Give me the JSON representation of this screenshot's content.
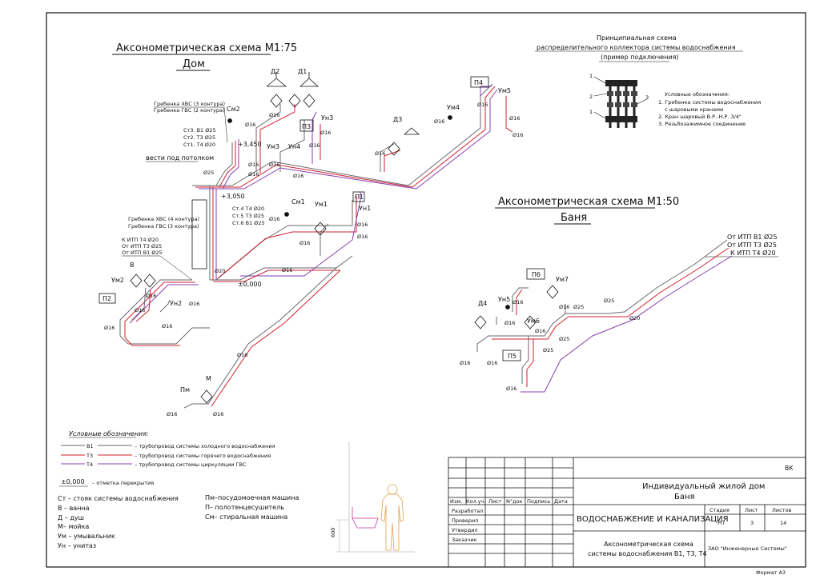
{
  "colors": {
    "b1": "#6a6a6a",
    "t3": "#d1202f",
    "t4": "#8a3fb0",
    "line": "#111111",
    "figure": "#e5a04a",
    "fixture": "#c43aa0"
  },
  "titles": {
    "house_title": "Аксонометрическая схема М1:75",
    "house_subtitle": "Дом",
    "bath_title": "Аксонометрическая схема М1:50",
    "bath_subtitle": "Баня",
    "collector_title_1": "Принципиальная схема",
    "collector_title_2": "распределительного коллектора системы водоснабжения",
    "collector_title_3": "(пример подключения)"
  },
  "collector": {
    "callouts": [
      "1",
      "2",
      "3"
    ],
    "legend_title": "Условные обозначения:",
    "legend_1a": "1. Гребенка системы водоснабжения",
    "legend_1b": "с шаровыми кранами",
    "legend_2": "2. Кран шаровый В.Р.-Н.Р. 3/4\"",
    "legend_3": "3. Резьбозажимное соединение"
  },
  "house": {
    "comb_cold_3": "Гребенка ХВС (3 контура)",
    "comb_hot_2": "Гребенка ГВС (2 контура)",
    "comb_cold_4": "Гребенка ХВС (4 контура)",
    "comb_hot_3": "Гребенка ГВС (3 контура)",
    "st3": "Ст3. В1 Ø25",
    "st2": "Ст2. Т3 Ø25",
    "st1": "Ст1. Т4 Ø20",
    "st4": "Ст.4 Т4 Ø20",
    "st5": "Ст.5 Т3 Ø25",
    "st6": "Ст.6 В1 Ø25",
    "lvl1": "+3,450",
    "lvl2": "+3,050",
    "lvl3": "±0,000",
    "ceiling": "вести под потолком",
    "k_itp_t4": "К ИТП Т4 Ø20",
    "ot_itp_t3": "От ИТП Т3 Ø25",
    "ot_itp_b1": "От ИТП В1 Ø25",
    "d2": "Д2",
    "d1": "Д1",
    "d3": "Д3",
    "sm2": "См2",
    "sm1": "См1",
    "p3": "П3",
    "p4": "П4",
    "p1": "П1",
    "p2": "П2",
    "un3": "Ун3",
    "un4": "Ун4",
    "um3": "Ум3",
    "um4": "Ум4",
    "um5": "Ум5",
    "um1": "Ум1",
    "un1": "Ун1",
    "um2": "Ум2",
    "un2": "Ун2",
    "v": "В",
    "pm": "Пм",
    "m": "М",
    "d16": "Ø16",
    "d20": "Ø20",
    "d25": "Ø25"
  },
  "bath": {
    "ot_b1": "От ИТП В1 Ø25",
    "ot_t3": "От ИТП Т3 Ø25",
    "k_t4": "К ИТП Т4 Ø20",
    "p6": "П6",
    "p5": "П5",
    "um7": "Ум7",
    "un5": "Ун5",
    "um6": "Ум6",
    "d4": "Д4"
  },
  "legend": {
    "title": "Условные обозначения:",
    "b1_code": "В1",
    "t3_code": "Т3",
    "t4_code": "Т4",
    "b1_text": "– трубопровод системы холодного водоснабжения",
    "t3_text": "– трубопровод системы горячего водоснабжения",
    "t4_text": "– трубопровод системы циркуляции ГВС",
    "level_value": "±0,000",
    "level_text": "– отметка перекрытия",
    "abbr_left": [
      "Ст – стояк системы водоснабжения",
      "В – ванна",
      "Д – душ",
      "М– мойка",
      "Ум – умывальник",
      "Ун – унитаз"
    ],
    "abbr_right": [
      "Пм–посудомоечная машина",
      "П– полотенцесушитель",
      "См– стиральная машина"
    ]
  },
  "elevation": {
    "height": "600"
  },
  "titleblock": {
    "code": "ВК",
    "project_1": "Индивидуальный жилой дом",
    "project_2": "Баня",
    "cols": [
      "Изм.",
      "Кол.уч.",
      "Лист",
      "N°док",
      "Подпись",
      "Дата"
    ],
    "roles": [
      "Разработал",
      "Проверил",
      "Утвердил",
      "Заказчик"
    ],
    "section": "ВОДОСНАБЖЕНИЕ И КАНАЛИЗАЦИЯ",
    "stage_h": "Стадия",
    "sheet_h": "Лист",
    "sheets_h": "Листов",
    "stage": "РП",
    "sheet": "3",
    "sheets": "14",
    "desc_1": "Аксонометрическая схема",
    "desc_2": "системы водоснабжения В1, Т3, Т4",
    "org": "ЗАО \"Инженерные Системы\"",
    "format": "Формат А3"
  }
}
